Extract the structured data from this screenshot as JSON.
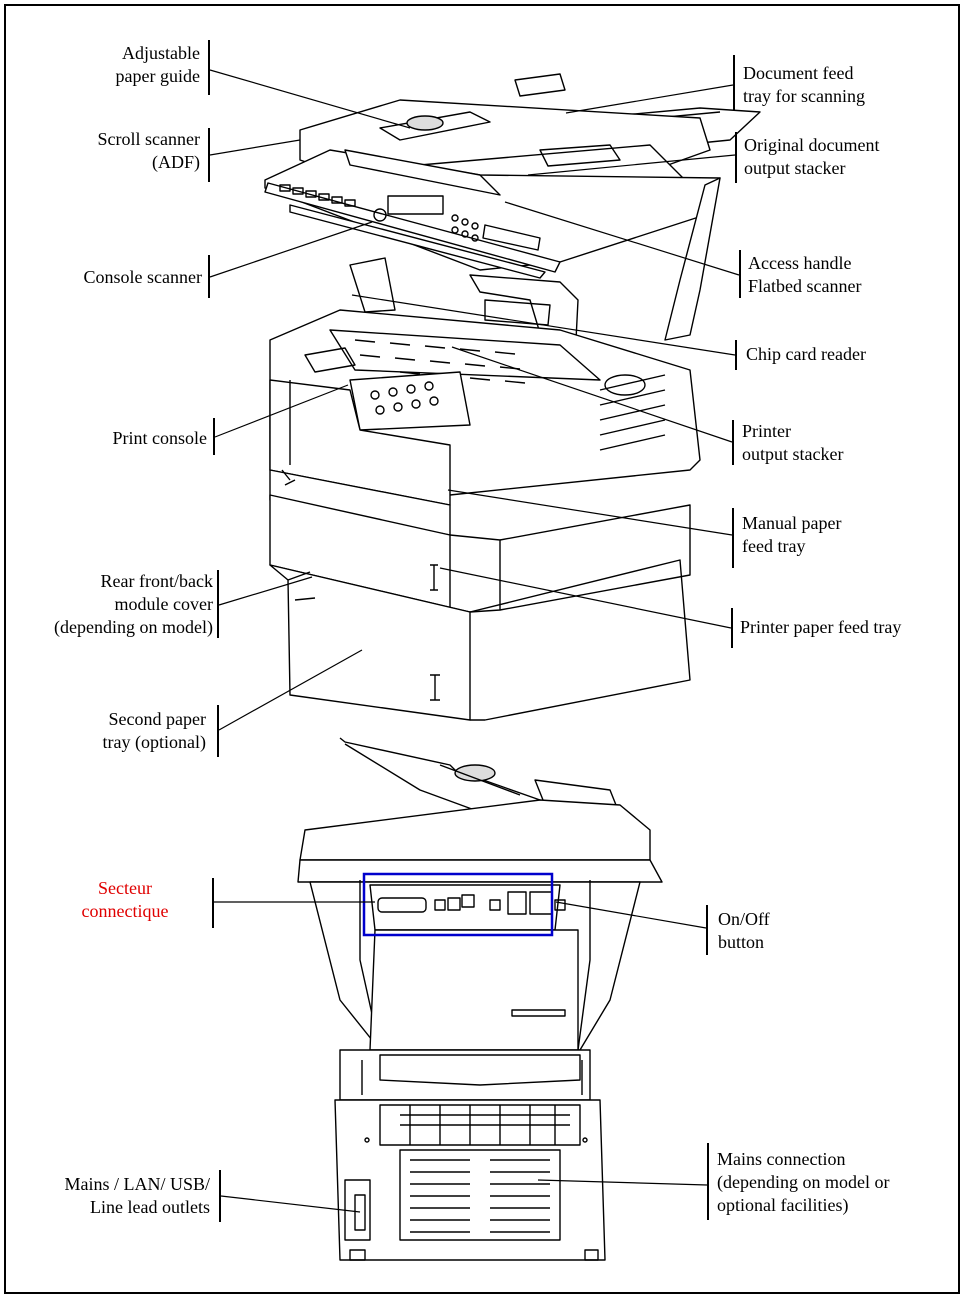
{
  "colors": {
    "highlight_box": "#0000cc",
    "red_label": "#e00000",
    "line": "#000000"
  },
  "labels": {
    "adjustable_paper_guide": "Adjustable\npaper guide",
    "scroll_scanner": "Scroll scanner\n(ADF)",
    "console_scanner": "Console scanner",
    "print_console": "Print console",
    "rear_module_cover": "Rear front/back\nmodule cover\n(depending on model)",
    "second_paper_tray": "Second paper\ntray (optional)",
    "document_feed_tray": "Document feed\ntray for scanning",
    "original_document_stacker": "Original document\noutput stacker",
    "access_handle": "Access handle\nFlatbed scanner",
    "chip_card_reader": "Chip card reader",
    "printer_output_stacker": "Printer\noutput stacker",
    "manual_paper_feed_tray": "Manual paper\nfeed tray",
    "printer_paper_feed_tray": "Printer paper feed tray",
    "secteur_connectique": "Secteur\nconnectique",
    "on_off_button": "On/Off\nbutton",
    "mains_lan_usb": "Mains / LAN/ USB/\nLine lead outlets",
    "mains_connection": "Mains connection\n(depending on model or\noptional facilities)"
  }
}
